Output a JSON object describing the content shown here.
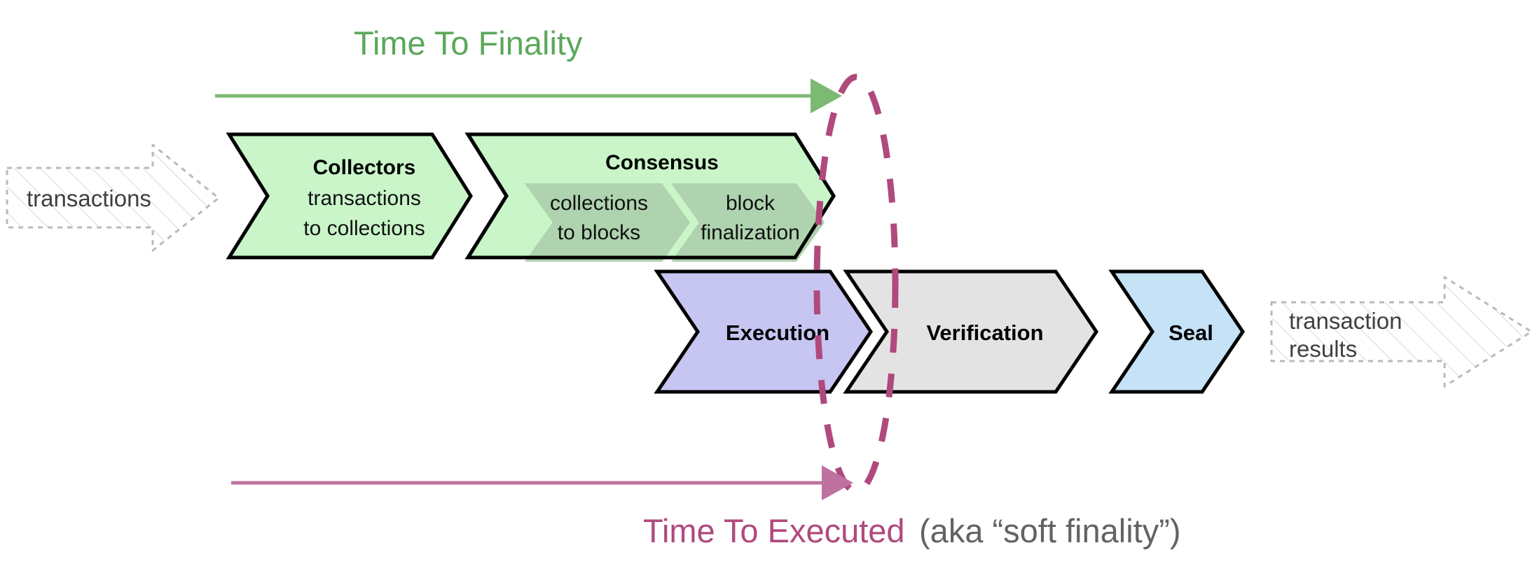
{
  "diagram": {
    "title_top": "Time To Finality",
    "title_bottom_main": "Time To Executed",
    "title_bottom_note": "(aka “soft finality”)",
    "colors": {
      "green_accent": "#5ba85a",
      "magenta_accent": "#b04a7d",
      "gray_text": "#636363",
      "chevron_green_fill": "#c9f5c9",
      "chevron_green_inner_fill": "#aed3ae",
      "chevron_purple_fill": "#c7c5f2",
      "chevron_gray_fill": "#e3e3e3",
      "chevron_blue_fill": "#c5e2f7",
      "stroke": "#000000",
      "ghost_stroke": "#b9b9b9"
    },
    "inputs": {
      "left_label": "transactions"
    },
    "outputs": {
      "right_label_line1": "transaction",
      "right_label_line2": "results"
    },
    "pipeline_top": [
      {
        "id": "collectors",
        "title": "Collectors",
        "sub_line1": "transactions",
        "sub_line2": "to collections"
      },
      {
        "id": "consensus",
        "title": "Consensus",
        "inner": [
          {
            "id": "collections-to-blocks",
            "line1": "collections",
            "line2": "to blocks"
          },
          {
            "id": "block-finalization",
            "line1": "block",
            "line2": "finalization"
          }
        ]
      }
    ],
    "pipeline_bottom": [
      {
        "id": "execution",
        "title": "Execution"
      },
      {
        "id": "verification",
        "title": "Verification"
      },
      {
        "id": "seal",
        "title": "Seal"
      }
    ],
    "markers": {
      "finality_boundary_shape": "dashed-ellipse"
    }
  }
}
